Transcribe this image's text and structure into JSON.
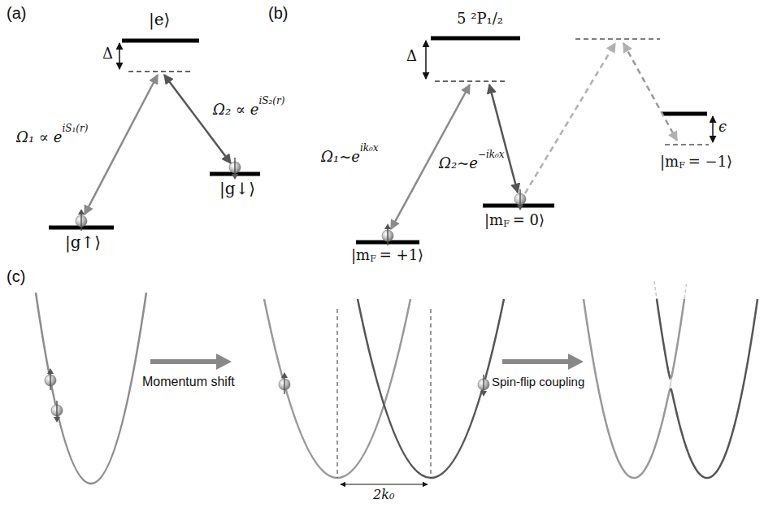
{
  "diagram": {
    "labels": [
      "(a)",
      "|e⟩",
      "Δ",
      "Ω₁ ∝ e",
      "iS₁(r)",
      "Ω₂ ∝ e",
      "iS₂(r)",
      "|g↑⟩",
      "|g↓⟩",
      "(b)",
      "5 ²P₁/₂",
      "Δ",
      "Ω₁~e",
      "ik₀x",
      "Ω₂~e",
      "−ik₀x",
      "|m",
      "F",
      "= +1⟩",
      "|m",
      "F",
      "= 0⟩",
      "ϵ",
      "|m",
      "F",
      "= −1⟩",
      "(c)",
      "Momentum shift",
      "2k₀",
      "Spin-flip coupling"
    ]
  }
}
